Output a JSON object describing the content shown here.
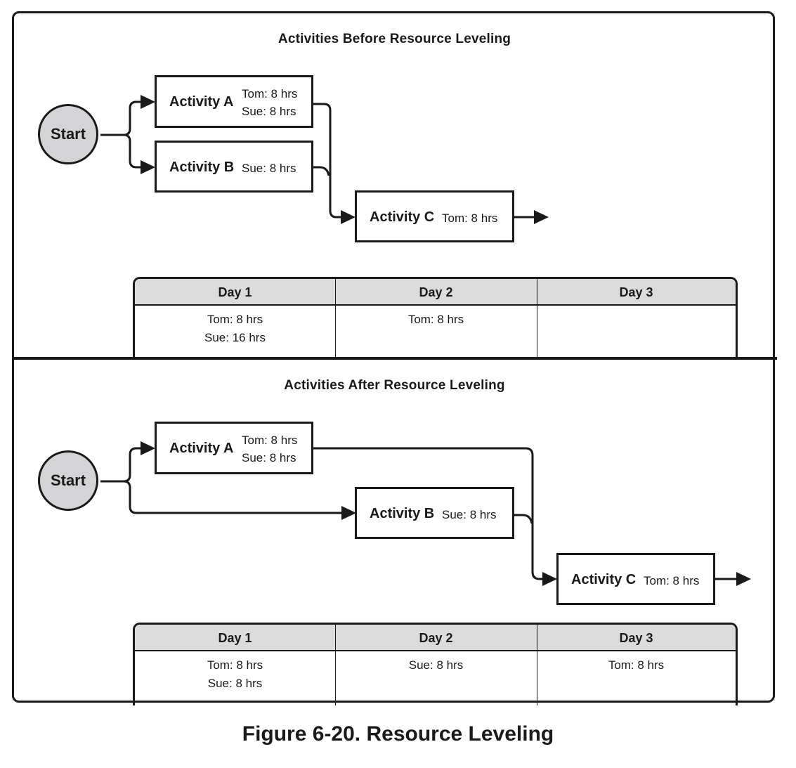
{
  "before": {
    "title": "Activities Before Resource Leveling",
    "start_label": "Start",
    "activity_a": {
      "name": "Activity A",
      "res1": "Tom: 8 hrs",
      "res2": "Sue: 8 hrs"
    },
    "activity_b": {
      "name": "Activity B",
      "res1": "Sue: 8 hrs"
    },
    "activity_c": {
      "name": "Activity C",
      "res1": "Tom: 8 hrs"
    },
    "days": [
      {
        "header": "Day 1",
        "line1": "Tom: 8 hrs",
        "line2": "Sue: 16 hrs"
      },
      {
        "header": "Day 2",
        "line1": "Tom: 8 hrs",
        "line2": ""
      },
      {
        "header": "Day 3",
        "line1": "",
        "line2": ""
      }
    ]
  },
  "after": {
    "title": "Activities After Resource Leveling",
    "start_label": "Start",
    "activity_a": {
      "name": "Activity A",
      "res1": "Tom: 8 hrs",
      "res2": "Sue: 8 hrs"
    },
    "activity_b": {
      "name": "Activity B",
      "res1": "Sue: 8 hrs"
    },
    "activity_c": {
      "name": "Activity C",
      "res1": "Tom: 8 hrs"
    },
    "days": [
      {
        "header": "Day 1",
        "line1": "Tom: 8 hrs",
        "line2": "Sue: 8 hrs"
      },
      {
        "header": "Day 2",
        "line1": "Sue: 8 hrs",
        "line2": ""
      },
      {
        "header": "Day 3",
        "line1": "Tom: 8 hrs",
        "line2": ""
      }
    ]
  },
  "caption": "Figure 6-20. Resource Leveling"
}
